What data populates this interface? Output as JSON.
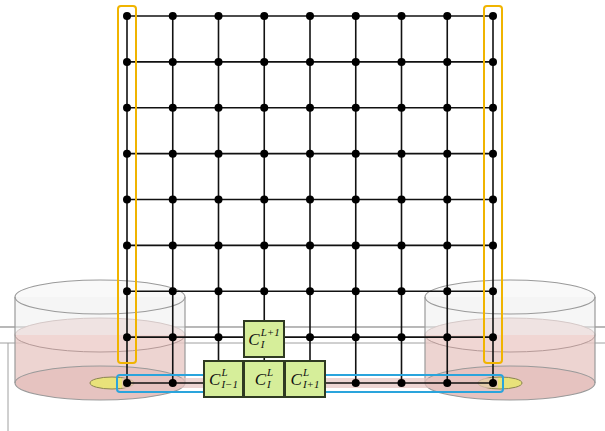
{
  "diagram": {
    "nodes": [
      {
        "text": [
          "C",
          "L+1",
          "I"
        ]
      },
      {
        "text": [
          "C",
          "L",
          "I−1"
        ]
      },
      {
        "text": [
          "C",
          "L",
          "I"
        ]
      },
      {
        "text": [
          "C",
          "L",
          "I+1"
        ]
      }
    ]
  }
}
